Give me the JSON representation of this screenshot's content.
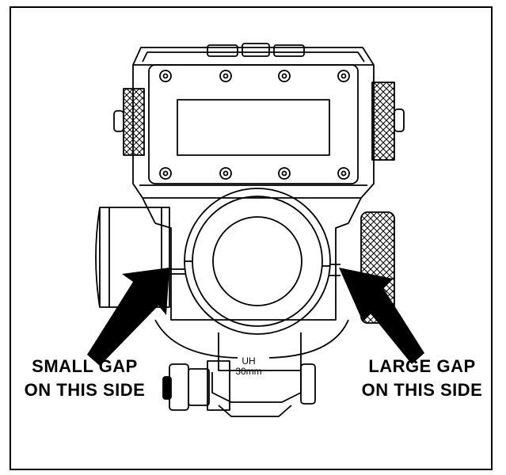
{
  "labels": {
    "left_line1": "SMALL GAP",
    "left_line2": "ON THIS SIDE",
    "right_line1": "LARGE GAP",
    "right_line2": "ON THIS SIDE"
  },
  "engraving": {
    "line1": "UH",
    "line2": "30mm"
  },
  "colors": {
    "ink": "#000000",
    "background": "#ffffff"
  }
}
